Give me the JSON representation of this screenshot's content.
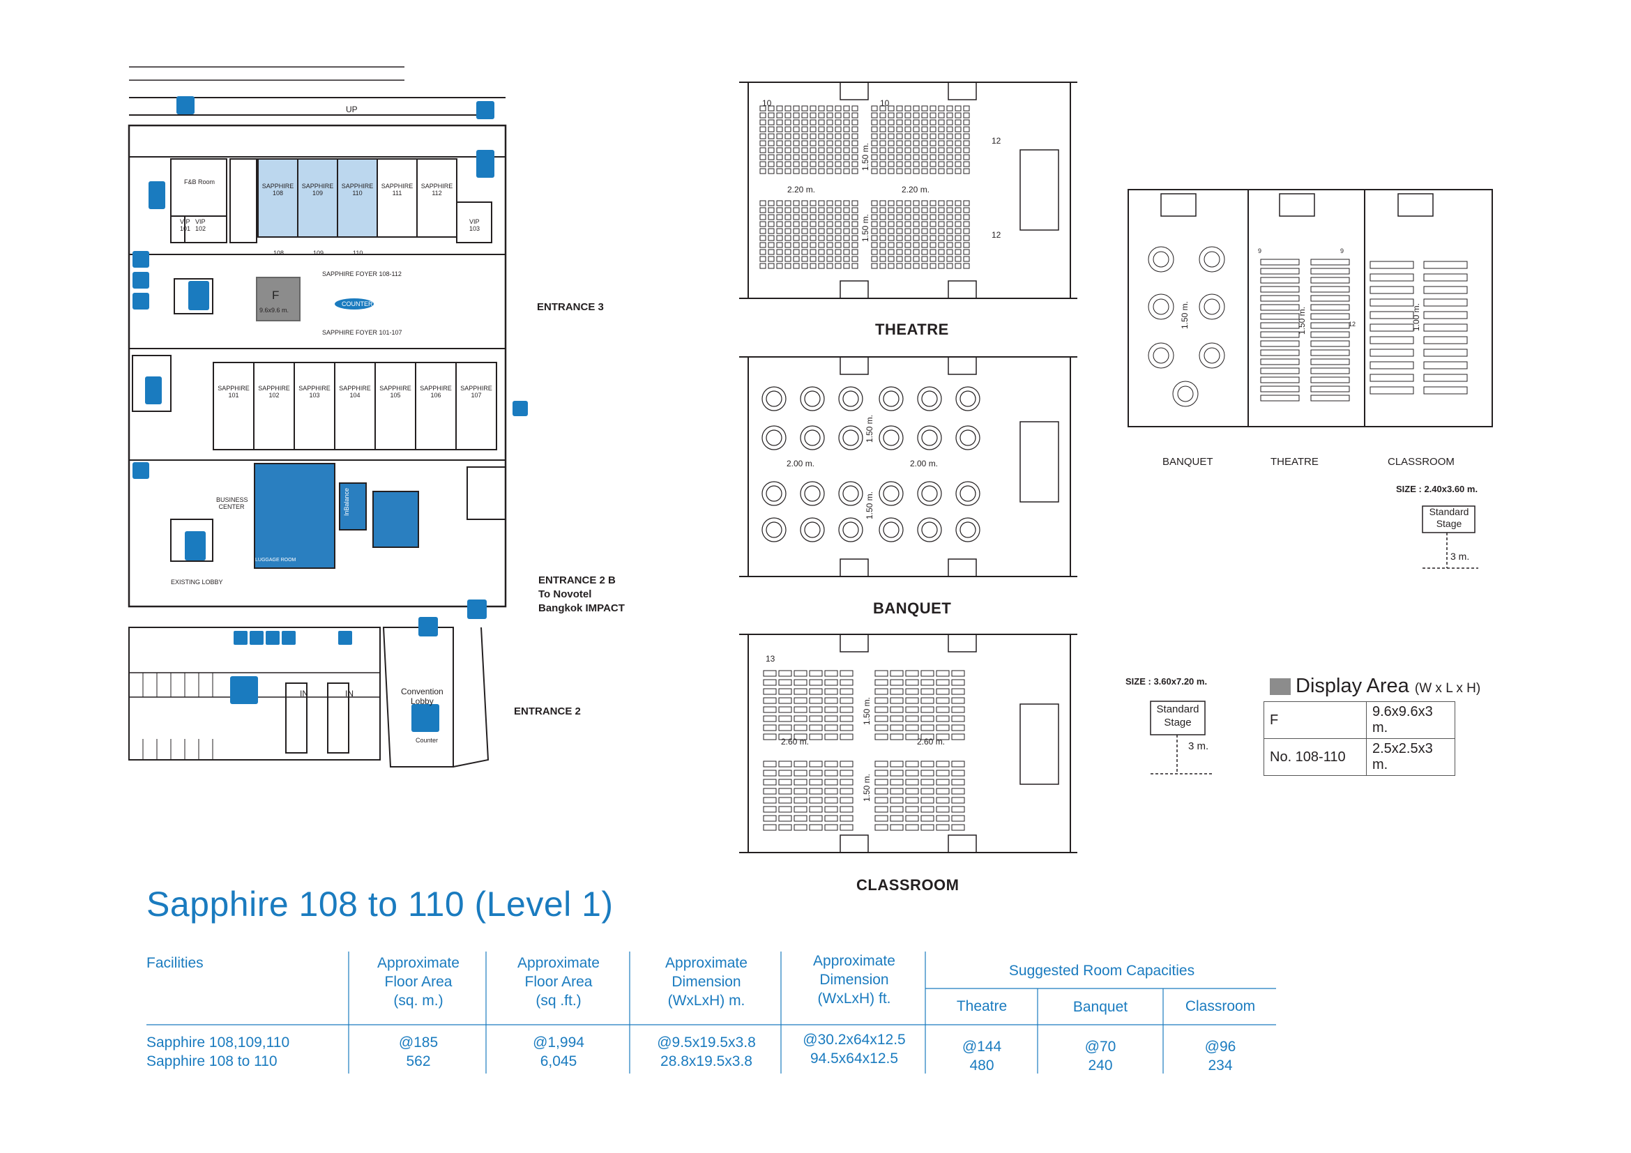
{
  "page": {
    "title": "Sapphire 108 to 110 (Level 1)"
  },
  "floorplan": {
    "up": "UP",
    "rooms_top": [
      {
        "name": "SAPPHIRE",
        "num": "108"
      },
      {
        "name": "SAPPHIRE",
        "num": "109"
      },
      {
        "name": "SAPPHIRE",
        "num": "110"
      },
      {
        "name": "SAPPHIRE",
        "num": "111"
      },
      {
        "name": "SAPPHIRE",
        "num": "112"
      }
    ],
    "room_tags": [
      "108",
      "109",
      "110"
    ],
    "fb_room": "F&B Room",
    "vip_101": "VIP 101",
    "vip_102": "VIP 102",
    "vip_103": "VIP 103",
    "foyer_top": "SAPPHIRE FOYER 108-112",
    "foyer_bottom": "SAPPHIRE FOYER 101-107",
    "display_letter": "F",
    "display_size": "9.6x9.6 m.",
    "counter": "COUNTER",
    "rooms_bottom": [
      {
        "name": "SAPPHIRE",
        "num": "101"
      },
      {
        "name": "SAPPHIRE",
        "num": "102"
      },
      {
        "name": "SAPPHIRE",
        "num": "103"
      },
      {
        "name": "SAPPHIRE",
        "num": "104"
      },
      {
        "name": "SAPPHIRE",
        "num": "105"
      },
      {
        "name": "SAPPHIRE",
        "num": "106"
      },
      {
        "name": "SAPPHIRE",
        "num": "107"
      }
    ],
    "business_center": "BUSINESS CENTER",
    "existing_lobby": "EXISTING LOBBY",
    "luggage_room": "LUGGAGE ROOM",
    "inbalance": "InBalance",
    "entrance_3": "ENTRANCE 3",
    "entrance_2b_1": "ENTRANCE 2 B",
    "entrance_2b_2": "To Novotel",
    "entrance_2b_3": "Bangkok IMPACT",
    "entrance_2": "ENTRANCE 2",
    "in_1": "IN",
    "in_2": "IN",
    "convention_lobby_1": "Convention",
    "convention_lobby_2": "Lobby",
    "counter_small": "Counter"
  },
  "layouts": {
    "theatre": {
      "label": "THEATRE",
      "row_count_left": "10",
      "row_count_mid": "10",
      "side_count_top": "12",
      "side_count_bottom": "12",
      "aisle_v_top": "1.50 m.",
      "aisle_v_bottom": "1.50 m.",
      "aisle_h_left": "2.20 m.",
      "aisle_h_right": "2.20 m."
    },
    "banquet": {
      "label": "BANQUET",
      "aisle_v_top": "1.50 m.",
      "aisle_v_bottom": "1.50 m.",
      "aisle_h_left": "2.00 m.",
      "aisle_h_right": "2.00 m."
    },
    "classroom": {
      "label": "CLASSROOM",
      "row_count": "13",
      "aisle_v_top": "1.50 m.",
      "aisle_v_bottom": "1.50 m.",
      "aisle_h_left": "2.60 m.",
      "aisle_h_right": "2.60 m."
    },
    "small": {
      "banquet_label": "BANQUET",
      "theatre_label": "THEATRE",
      "classroom_label": "CLASSROOM",
      "banquet_aisle": "1.50 m.",
      "theatre_aisle": "1.50 m.",
      "theatre_count_a": "9",
      "theatre_count_b": "9",
      "theatre_count_c": "12",
      "classroom_aisle": "1.00 m."
    }
  },
  "stages": [
    {
      "size": "SIZE : 2.40x3.60 m.",
      "label_1": "Standard",
      "label_2": "Stage",
      "depth": "3 m."
    },
    {
      "size": "SIZE : 3.60x7.20 m.",
      "label_1": "Standard",
      "label_2": "Stage",
      "depth": "3 m."
    }
  ],
  "display_area": {
    "title": "Display Area",
    "units": "(W x L x H)",
    "rows": [
      {
        "label": "F",
        "value": "9.6x9.6x3 m."
      },
      {
        "label": "No. 108-110",
        "value": "2.5x2.5x3 m."
      }
    ]
  },
  "table": {
    "headers": {
      "facilities": "Facilities",
      "area_sqm": [
        "Approximate",
        "Floor Area",
        "(sq. m.)"
      ],
      "area_sqft": [
        "Approximate",
        "Floor Area",
        "(sq .ft.)"
      ],
      "dim_m": [
        "Approximate",
        "Dimension",
        "(WxLxH) m."
      ],
      "dim_ft": [
        "Approximate",
        "Dimension",
        "(WxLxH) ft."
      ],
      "capacities": "Suggested Room Capacities",
      "theatre": "Theatre",
      "banquet": "Banquet",
      "classroom": "Classroom"
    },
    "rows": [
      {
        "facility": "Sapphire 108,109,110",
        "sqm": "@185",
        "sqft": "@1,994",
        "dim_m": "@9.5x19.5x3.8",
        "dim_ft": "@30.2x64x12.5",
        "theatre": "@144",
        "banquet": "@70",
        "classroom": "@96"
      },
      {
        "facility": "Sapphire 108 to 110",
        "sqm": "562",
        "sqft": "6,045",
        "dim_m": "28.8x19.5x3.8",
        "dim_ft": "94.5x64x12.5",
        "theatre": "480",
        "banquet": "240",
        "classroom": "234"
      }
    ]
  },
  "colors": {
    "brand_blue": "#1a7bbf",
    "room_highlight": "#bcd7ee",
    "display_grey": "#8c8c8c"
  }
}
